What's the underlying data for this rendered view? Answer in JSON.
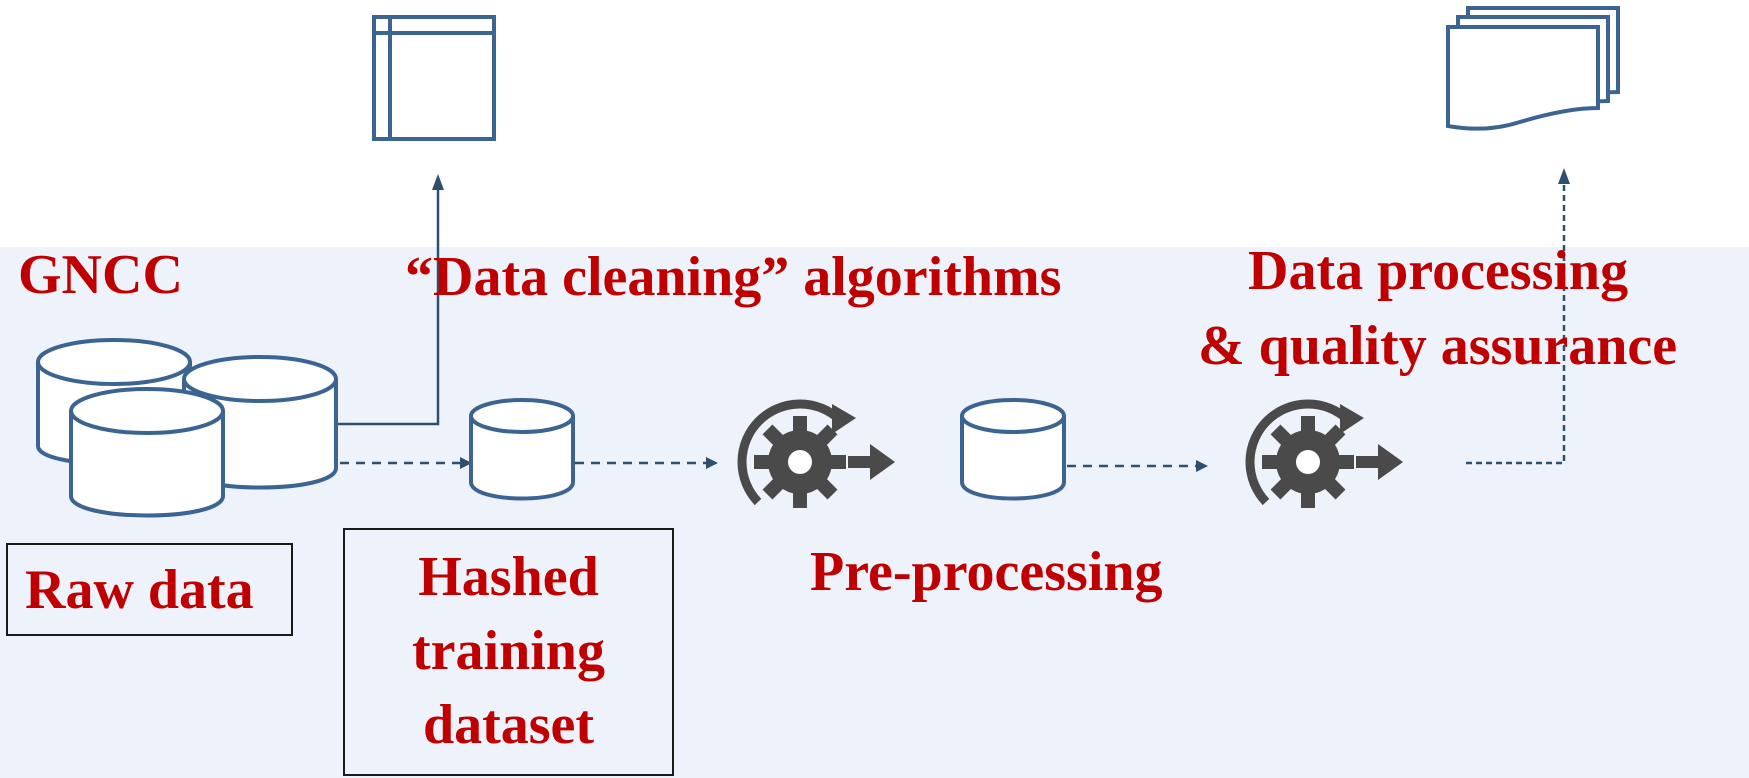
{
  "diagram": {
    "labels": {
      "gncc": "GNCC",
      "data_cleaning": "“Data cleaning” algorithms",
      "data_processing_line1": "Data processing",
      "data_processing_line2": "& quality assurance",
      "raw_data": "Raw data",
      "hashed_line1": "Hashed",
      "hashed_line2": "training",
      "hashed_line3": "dataset",
      "pre_processing": "Pre-processing"
    },
    "icons": [
      "document-window-icon",
      "stacked-documents-icon",
      "database-cluster-icon",
      "hashed-database-icon",
      "preprocessing-gear-icon",
      "processed-database-icon",
      "processing-gear-icon"
    ],
    "colors": {
      "label": "#c00000",
      "icon_outline": "#3b6493",
      "gear": "#4a4a4a",
      "connector": "#2f4f6f",
      "band_background": "#eef3fb"
    }
  }
}
